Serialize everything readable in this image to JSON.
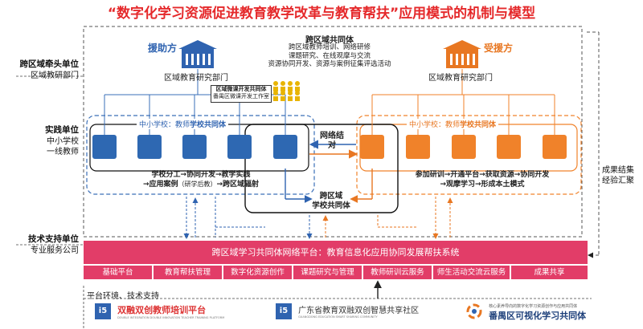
{
  "title": "“数字化学习资源促进教育教学改革与教育帮扶”应用模式的机制与模型",
  "left_labels": {
    "cross_region_head": "跨区域牵头单位",
    "cross_region_dept": "区域教研部门",
    "practice_unit": "实践单位",
    "practice_school": "中小学校",
    "practice_teacher": "一线教师",
    "tech_unit": "技术支持单位",
    "tech_company": "专业服务公司"
  },
  "help_side": {
    "label": "援助方",
    "dept": "区域教育研究部门"
  },
  "receive_side": {
    "label": "受援方",
    "dept": "区域教育研究部门"
  },
  "community_top": {
    "title": "跨区域共同体",
    "lines": [
      "跨区域教师培训、网络研修",
      "课题研究、在线观摩与交流",
      "资源协同开发、资源与案例征集评选活动"
    ]
  },
  "micro_course": {
    "title": "区域微课开发共同体",
    "sub": "番禺区微课开发工作室"
  },
  "left_school": {
    "header_a": "中小学校：教师",
    "header_b": "学校共同体",
    "line1": "学校分工→协同开发→教学实践",
    "line2a": "→应用案例",
    "line2b": "（研学后教）",
    "line2c": "→跨区域辐射"
  },
  "right_school": {
    "header_a": "中小学校：教师",
    "header_b": "学校共同体",
    "line1": "参加研训→开通平台→获取资源→协同开发",
    "line2": "→观摩学习→形成本土模式"
  },
  "network_link": "网络结对",
  "cross_school": {
    "line1": "跨区域",
    "line2": "学校共同体"
  },
  "feedback": {
    "line1": "成果结集",
    "line2": "经验汇聚"
  },
  "platform": {
    "name": "跨区域学习共同体网络平台：教育信息化应用协同发展帮扶系统",
    "tabs": [
      "基础平台",
      "教育帮扶管理",
      "数字化资源创作",
      "课题研究与管理",
      "教师研训云服务",
      "师生活动交流云服务",
      "成果共享"
    ]
  },
  "env_label": "平台环境、技术支持",
  "logos": [
    {
      "mark": "i5",
      "name": "双融双创教师培训平台",
      "sub": "DOUBLE INTEGRATION DOUBLE INNOVATION TEACHER TRAINING PLATFORM"
    },
    {
      "mark": "i5",
      "name": "广东省教育双融双创智慧共享社区",
      "sub": "GUANGDONG EDUCATION SMART SHARING COMMUNITY"
    },
    {
      "mark": "",
      "name": "番禺区可视化学习共同体",
      "sub": "核心素养导向的数字化学习资源创作与应用共同体"
    }
  ],
  "colors": {
    "title_red": "#e5292b",
    "help_blue": "#2f63b0",
    "receive_orange": "#e87722",
    "platform_pink": "#e23d68",
    "micro_gold": "#e8b400"
  }
}
